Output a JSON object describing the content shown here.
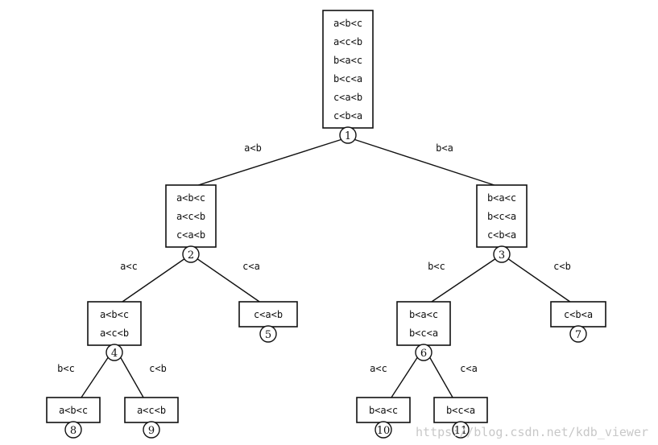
{
  "nodes": [
    {
      "id": "1",
      "label": "1",
      "perms": [
        "a<b<c",
        "a<c<b",
        "b<a<c",
        "b<c<a",
        "c<a<b",
        "c<b<a"
      ]
    },
    {
      "id": "2",
      "label": "2",
      "perms": [
        "a<b<c",
        "a<c<b",
        "c<a<b"
      ]
    },
    {
      "id": "3",
      "label": "3",
      "perms": [
        "b<a<c",
        "b<c<a",
        "c<b<a"
      ]
    },
    {
      "id": "4",
      "label": "4",
      "perms": [
        "a<b<c",
        "a<c<b"
      ]
    },
    {
      "id": "5",
      "label": "5",
      "perms": [
        "c<a<b"
      ]
    },
    {
      "id": "6",
      "label": "6",
      "perms": [
        "b<a<c",
        "b<c<a"
      ]
    },
    {
      "id": "7",
      "label": "7",
      "perms": [
        "c<b<a"
      ]
    },
    {
      "id": "8",
      "label": "8",
      "perms": [
        "a<b<c"
      ]
    },
    {
      "id": "9",
      "label": "9",
      "perms": [
        "a<c<b"
      ]
    },
    {
      "id": "10",
      "label": "10",
      "perms": [
        "b<a<c"
      ]
    },
    {
      "id": "11",
      "label": "11",
      "perms": [
        "b<c<a"
      ]
    }
  ],
  "edges": [
    {
      "from": "1",
      "to": "2",
      "label": "a<b"
    },
    {
      "from": "1",
      "to": "3",
      "label": "b<a"
    },
    {
      "from": "2",
      "to": "4",
      "label": "a<c"
    },
    {
      "from": "2",
      "to": "5",
      "label": "c<a"
    },
    {
      "from": "3",
      "to": "6",
      "label": "b<c"
    },
    {
      "from": "3",
      "to": "7",
      "label": "c<b"
    },
    {
      "from": "4",
      "to": "8",
      "label": "b<c"
    },
    {
      "from": "4",
      "to": "9",
      "label": "c<b"
    },
    {
      "from": "6",
      "to": "10",
      "label": "a<c"
    },
    {
      "from": "6",
      "to": "11",
      "label": "c<a"
    }
  ],
  "watermark": "https://blog.csdn.net/kdb_viewer"
}
